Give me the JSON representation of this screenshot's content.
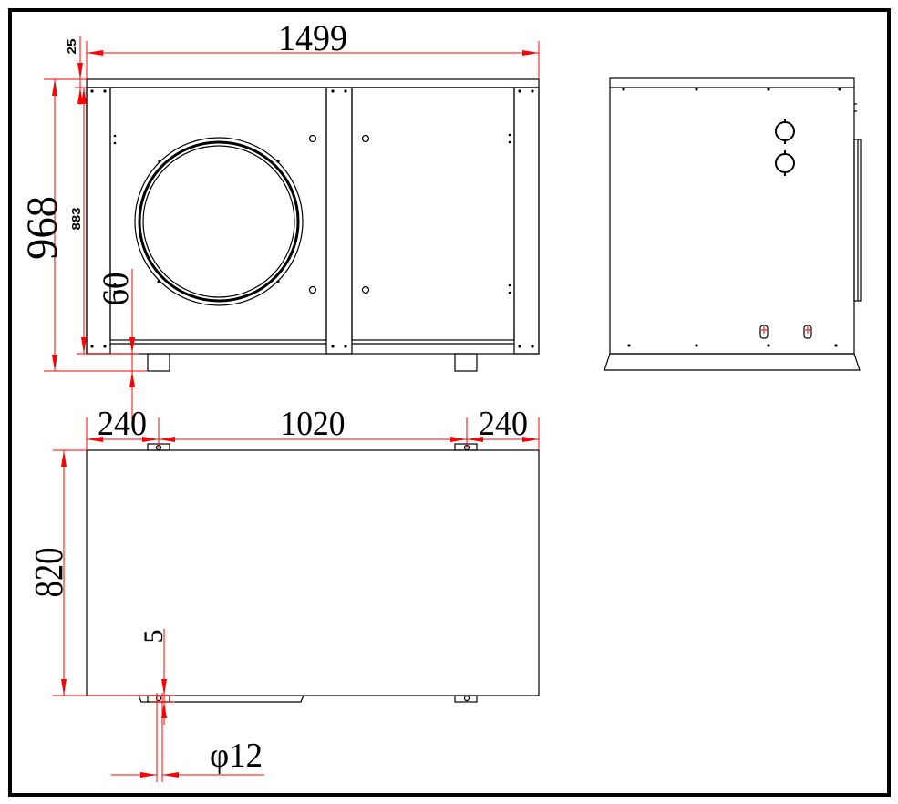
{
  "colors": {
    "line": "#000000",
    "dimension": "#ff0000",
    "background": "#ffffff"
  },
  "front_view": {
    "overall_width": "1499",
    "top_cap_height": "25",
    "overall_height": "968",
    "body_height": "883",
    "foot_height": "60"
  },
  "bottom_view": {
    "left_foot_offset": "240",
    "foot_spacing": "1020",
    "right_foot_offset": "240",
    "depth": "820",
    "hole_offset": "5",
    "hole_diameter": "φ12"
  }
}
